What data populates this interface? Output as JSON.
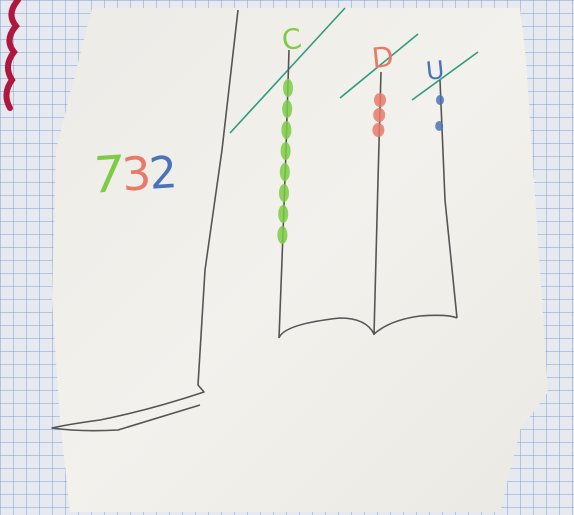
{
  "number": {
    "digits": [
      "7",
      "3",
      "2"
    ],
    "colors": [
      "#7ccc45",
      "#e87a6a",
      "#4a74b9"
    ]
  },
  "columns": [
    {
      "label": "C",
      "color": "#7ccc45",
      "beads": 8
    },
    {
      "label": "D",
      "color": "#e87a6a",
      "beads": 3
    },
    {
      "label": "U",
      "color": "#4a74b9",
      "beads": 2
    }
  ],
  "colors": {
    "grid_paper": "#e6e9ef",
    "white_paper": "#f4f1ea",
    "pencil": "#555555",
    "ruler_line": "#2f9c7e",
    "binding": "#b0173e"
  }
}
